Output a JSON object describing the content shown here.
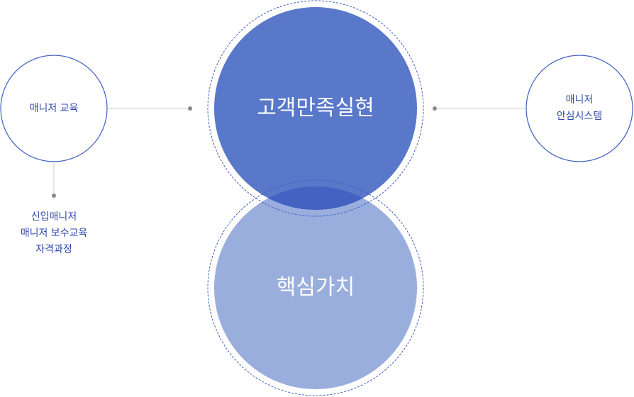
{
  "colors": {
    "top_circle_fill": "#5978c9",
    "bottom_circle_fill": "#9aaede",
    "overlap_fill": "#4362c2",
    "outline": "#3f5fc0",
    "connector": "#bfbfbf",
    "dot": "#8a8a8a",
    "text": "#2f4aa8"
  },
  "center": {
    "top_title": "고객만족실현",
    "bottom_title": "핵심가치"
  },
  "left": {
    "circle_label": "매니저 교육",
    "details": [
      "신입매니저",
      "매니저 보수교육",
      "자격과정"
    ]
  },
  "right": {
    "circle_label_lines": [
      "매니저",
      "안심시스템"
    ]
  }
}
